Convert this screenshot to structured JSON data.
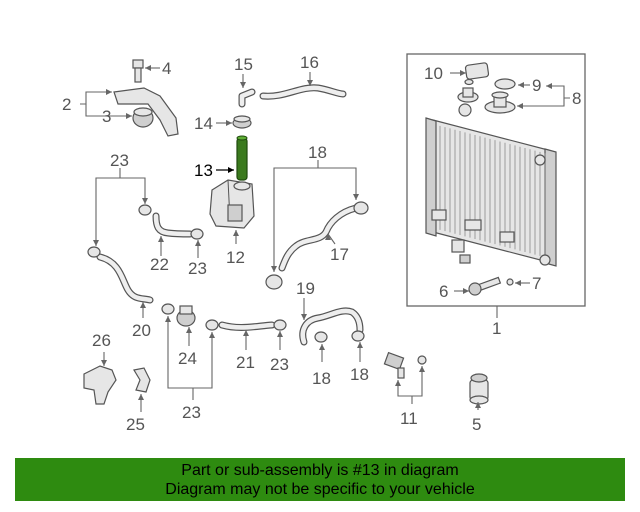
{
  "callouts": {
    "c1": "1",
    "c2": "2",
    "c3": "3",
    "c4": "4",
    "c5": "5",
    "c6": "6",
    "c7": "7",
    "c8": "8",
    "c9": "9",
    "c10": "10",
    "c11": "11",
    "c12": "12",
    "c13": "13",
    "c14": "14",
    "c15": "15",
    "c16": "16",
    "c17": "17",
    "c18a": "18",
    "c18b": "18",
    "c18c": "18",
    "c19": "19",
    "c20": "20",
    "c21": "21",
    "c22": "22",
    "c23a": "23",
    "c23b": "23",
    "c23c": "23",
    "c23d": "23",
    "c24": "24",
    "c25": "25",
    "c26": "26"
  },
  "highlight": {
    "color": "#2e8b10",
    "callout_color": "#000000",
    "part_color": "#3b7a1e"
  },
  "footer": {
    "line1": "Part or sub-assembly is #13 in diagram",
    "line2": "Diagram may not be specific to your vehicle",
    "background": "#2e8b10"
  }
}
